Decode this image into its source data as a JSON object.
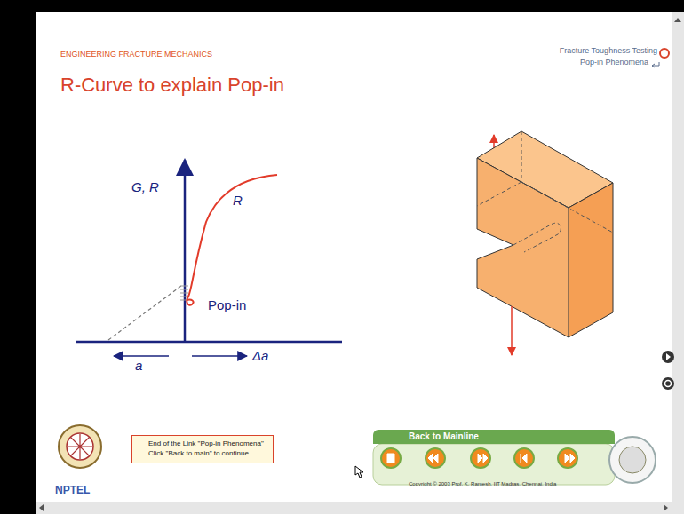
{
  "diagram": {
    "title": "R-Curve to explain Pop-in",
    "nodes": [
      {
        "text": [
          "End of the Link \"Pop-in Phenomena\" Click \"Back to main\" to continue"
        ]
      },
      {
        "text": [
          "Back to Mainline",
          "Copyright © 2003 Prof. K. Ramesh, IIT Madras, Chennai, India"
        ]
      }
    ],
    "labels": [
      "ENGINEERING FRACTURE MECHANICS",
      "Fracture Toughness Testing",
      "Pop-in Phenomena",
      "G, R",
      "R",
      "Pop-in",
      "a",
      "Δa",
      "NPTEL"
    ]
  }
}
